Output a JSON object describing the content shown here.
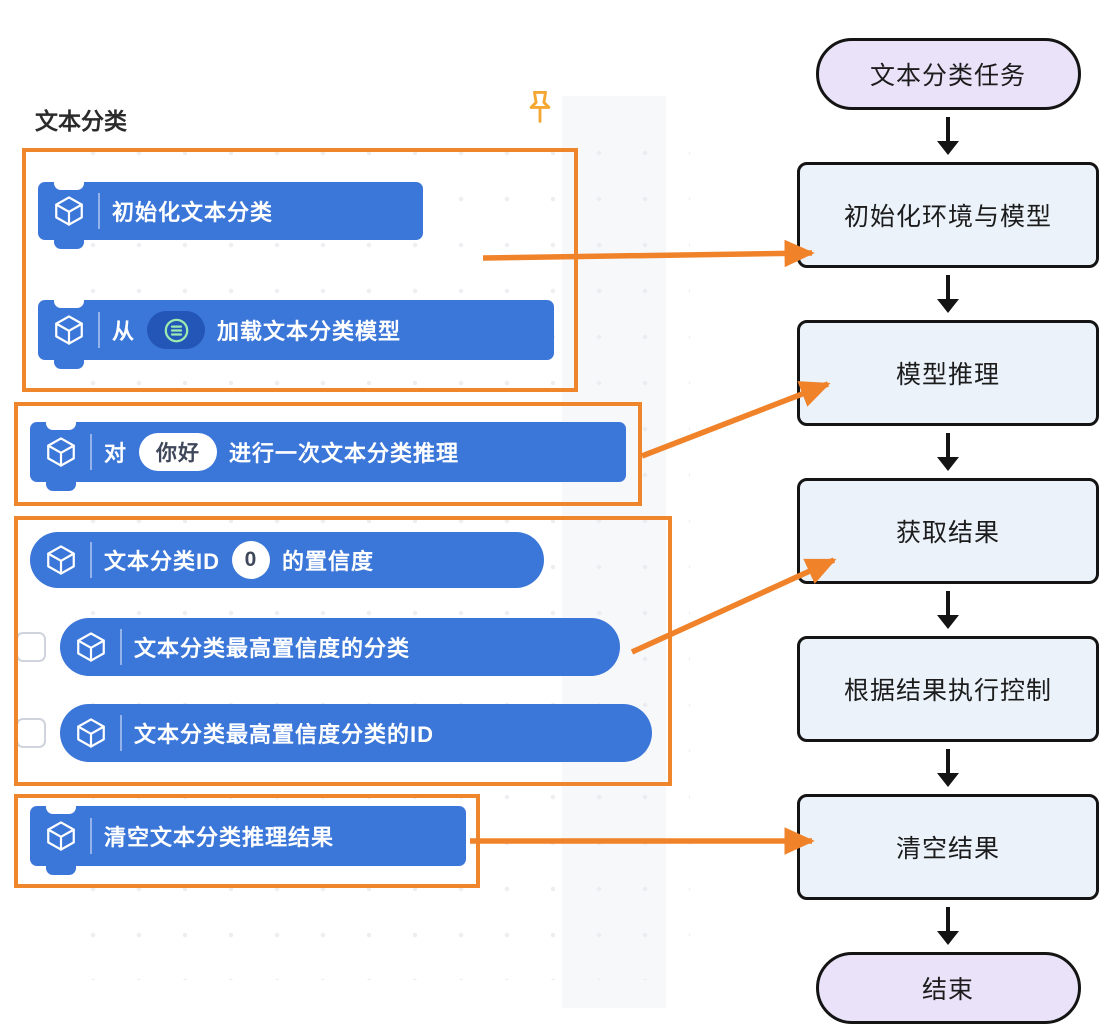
{
  "palette": {
    "title": "文本分类",
    "pin_icon": "pin-icon",
    "blocks": [
      {
        "id": "init",
        "type": "stack",
        "label": "初始化文本分类"
      },
      {
        "id": "load-model",
        "type": "stack",
        "prefix": "从",
        "dropdown_icon": "model-list-icon",
        "suffix": "加载文本分类模型"
      },
      {
        "id": "infer-once",
        "type": "stack",
        "prefix": "对",
        "input_value": "你好",
        "suffix": "进行一次文本分类推理"
      },
      {
        "id": "confidence-by-id",
        "type": "reporter",
        "prefix": "文本分类ID",
        "input_value": "0",
        "suffix": "的置信度"
      },
      {
        "id": "top-confidence-class",
        "type": "reporter",
        "label": "文本分类最高置信度的分类",
        "checkbox_checked": false
      },
      {
        "id": "top-confidence-class-id",
        "type": "reporter",
        "label": "文本分类最高置信度分类的ID",
        "checkbox_checked": false
      },
      {
        "id": "clear-results",
        "type": "stack",
        "label": "清空文本分类推理结果"
      }
    ]
  },
  "flowchart": {
    "nodes": [
      {
        "shape": "stadium",
        "label": "文本分类任务"
      },
      {
        "shape": "rect",
        "label": "初始化环境与模型"
      },
      {
        "shape": "rect",
        "label": "模型推理"
      },
      {
        "shape": "rect",
        "label": "获取结果"
      },
      {
        "shape": "rect",
        "label": "根据结果执行控制"
      },
      {
        "shape": "rect",
        "label": "清空结果"
      },
      {
        "shape": "stadium",
        "label": "结束"
      }
    ]
  },
  "colors": {
    "block_blue": "#3B76D9",
    "block_blue_dark": "#2456B8",
    "highlight_orange": "#F0862B",
    "arrow_orange": "#F08229",
    "pin_orange": "#F5A733",
    "rect_fill": "#EBF2FA",
    "stadium_fill": "#E9E2F8",
    "node_border": "#141414"
  }
}
